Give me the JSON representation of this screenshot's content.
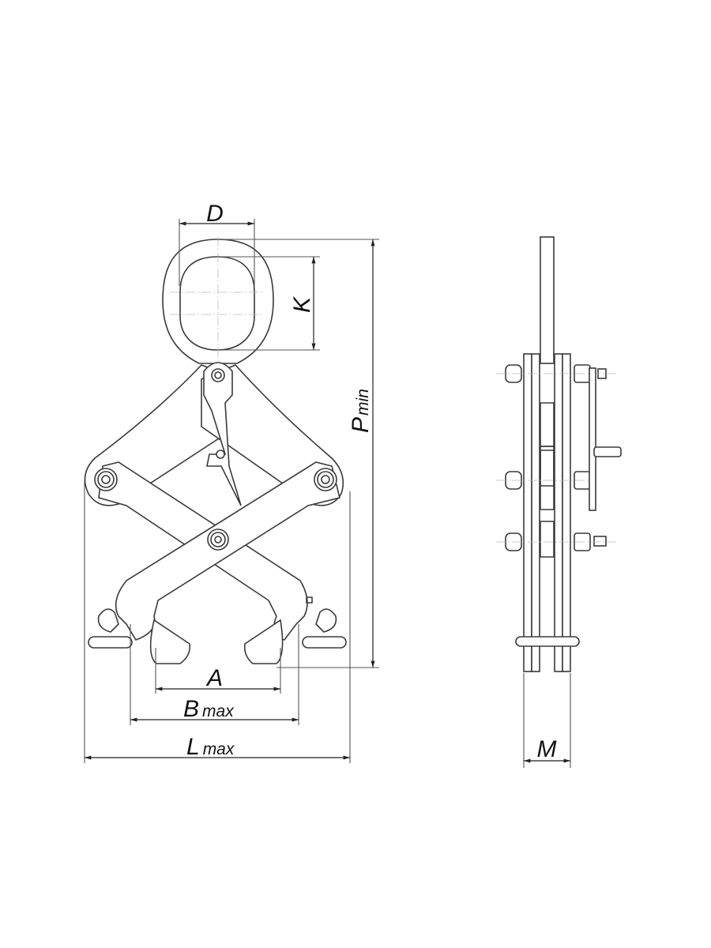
{
  "drawing": {
    "title": "Lifting clamp (tongs) dimensional drawing",
    "dimensions": {
      "D": "D",
      "K": "K",
      "P": "P",
      "P_sub": "min",
      "A": "A",
      "B": "B",
      "B_sub": "max",
      "L": "L",
      "L_sub": "max",
      "M": "M"
    },
    "colors": {
      "line": "#3a3a3a",
      "background": "#ffffff"
    }
  }
}
